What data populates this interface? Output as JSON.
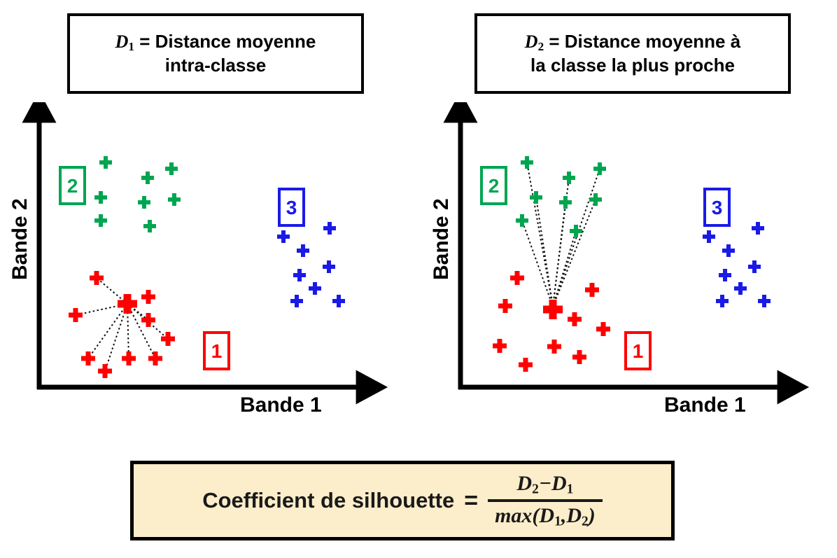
{
  "titles": {
    "left": {
      "symbol": "D",
      "subscript": "1",
      "line1": " = Distance moyenne",
      "line2": "intra-classe"
    },
    "right": {
      "symbol": "D",
      "subscript": "2",
      "line1": " = Distance moyenne à",
      "line2": "la classe la plus proche"
    }
  },
  "axes": {
    "x_label": "Bande 1",
    "y_label": "Bande 2"
  },
  "classes": {
    "c1": {
      "label": "1",
      "color": "#FF0000",
      "name": "classe-1-rouge"
    },
    "c2": {
      "label": "2",
      "color": "#00A550",
      "name": "classe-2-verte"
    },
    "c3": {
      "label": "3",
      "color": "#1A1AE8",
      "name": "classe-3-bleue"
    }
  },
  "formula": {
    "label": "Coefficient de silhouette",
    "equals": "=",
    "numerator_left": "D",
    "numerator_left_sub": "2",
    "numerator_op": "−",
    "numerator_right": "D",
    "numerator_right_sub": "1",
    "denominator_fn": "max(",
    "denominator_a": "D",
    "denominator_a_sub": "1",
    "denominator_sep": ",",
    "denominator_b": "D",
    "denominator_b_sub": "2",
    "denominator_close": ")",
    "background": "#FDEECB",
    "border": "#000000"
  },
  "chart_data": {
    "type": "scatter",
    "xlabel": "Bande 1",
    "ylabel": "Bande 2",
    "grid": false,
    "legend_position": "inline-boxes",
    "panels": [
      {
        "id": "left",
        "title": "D1 = Distance moyenne intra-classe",
        "distance_type": "intra-classe",
        "lines_from": "red-centroid-point",
        "lines_to_cluster": "c1",
        "line_count": 8,
        "class_box_positions": {
          "c2": [
            58,
            98
          ],
          "c3": [
            400,
            148
          ]
        },
        "series": [
          {
            "name": "1",
            "color": "#FF0000",
            "marker": "plus",
            "points": [
              [
                138,
                397
              ],
              [
                108,
                450
              ],
              [
                188,
                424
              ],
              [
                212,
                457
              ],
              [
                126,
                512
              ],
              [
                150,
                530
              ],
              [
                184,
                513
              ],
              [
                222,
                512
              ],
              [
                240,
                484
              ]
            ],
            "highlight_point": [
              182,
              434
            ],
            "highlight_index": 9
          },
          {
            "name": "2",
            "color": "#00A550",
            "marker": "plus",
            "points": [
              [
                152,
                232
              ],
              [
                211,
                254
              ],
              [
                245,
                241
              ],
              [
                145,
                282
              ],
              [
                206,
                289
              ],
              [
                249,
                285
              ],
              [
                145,
                315
              ],
              [
                214,
                323
              ]
            ]
          },
          {
            "name": "3",
            "color": "#1A1AE8",
            "marker": "plus",
            "points": [
              [
                471,
                326
              ],
              [
                405,
                338
              ],
              [
                433,
                358
              ],
              [
                428,
                393
              ],
              [
                470,
                381
              ],
              [
                450,
                412
              ],
              [
                424,
                430
              ],
              [
                484,
                430
              ]
            ]
          }
        ]
      },
      {
        "id": "right",
        "title": "D2 = Distance moyenne à la classe la plus proche",
        "distance_type": "inter-classe-proche",
        "lines_from": "red-centroid-point",
        "lines_to_cluster": "c2",
        "line_count": 8,
        "class_box_positions": {
          "c2": [
            58,
            98
          ],
          "c3": [
            400,
            148
          ]
        },
        "series": [
          {
            "name": "1",
            "color": "#FF0000",
            "marker": "plus",
            "points": [
              [
                739,
                397
              ],
              [
                722,
                437
              ],
              [
                846,
                414
              ],
              [
                821,
                456
              ],
              [
                862,
                470
              ],
              [
                714,
                494
              ],
              [
                792,
                495
              ],
              [
                828,
                510
              ],
              [
                751,
                521
              ]
            ],
            "highlight_point": [
              788,
              438
            ],
            "highlight_index": 9
          },
          {
            "name": "2",
            "color": "#00A550",
            "marker": "plus",
            "points": [
              [
                757,
                232
              ],
              [
                813,
                254
              ],
              [
                851,
                241
              ],
              [
                768,
                282
              ],
              [
                811,
                289
              ],
              [
                855,
                285
              ],
              [
                750,
                315
              ],
              [
                820,
                330
              ]
            ]
          },
          {
            "name": "3",
            "color": "#1A1AE8",
            "marker": "plus",
            "points": [
              [
                1083,
                326
              ],
              [
                1013,
                338
              ],
              [
                1041,
                358
              ],
              [
                1036,
                393
              ],
              [
                1078,
                381
              ],
              [
                1058,
                412
              ],
              [
                1032,
                430
              ],
              [
                1092,
                430
              ]
            ]
          }
        ]
      }
    ]
  }
}
